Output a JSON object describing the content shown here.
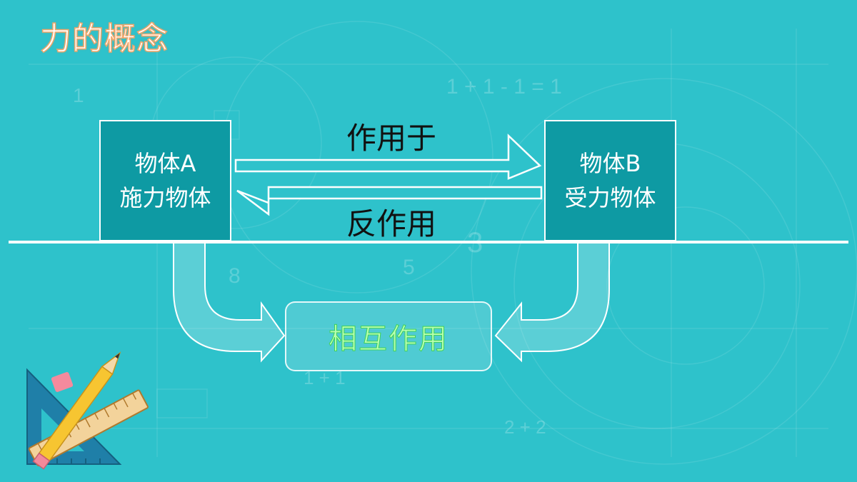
{
  "title": "力的概念",
  "object_a": {
    "line1": "物体A",
    "line2": "施力物体"
  },
  "object_b": {
    "line1": "物体B",
    "line2": "受力物体"
  },
  "arrow_forward_label": "作用于",
  "arrow_reverse_label": "反作用",
  "interaction_label": "相互作用",
  "background_numbers": [
    "1",
    "1 + 1 - 1 = 1",
    "8",
    "5",
    "3",
    "2 + 2",
    "1 + 1"
  ],
  "colors": {
    "background": "#2ec2cb",
    "box_fill": "#0e9aa3",
    "title_outline": "#f5a86a",
    "interaction_text": "#b9ffb0"
  },
  "icons": [
    "triangle-ruler-icon",
    "ruler-icon",
    "pencil-icon",
    "eraser-icon"
  ]
}
